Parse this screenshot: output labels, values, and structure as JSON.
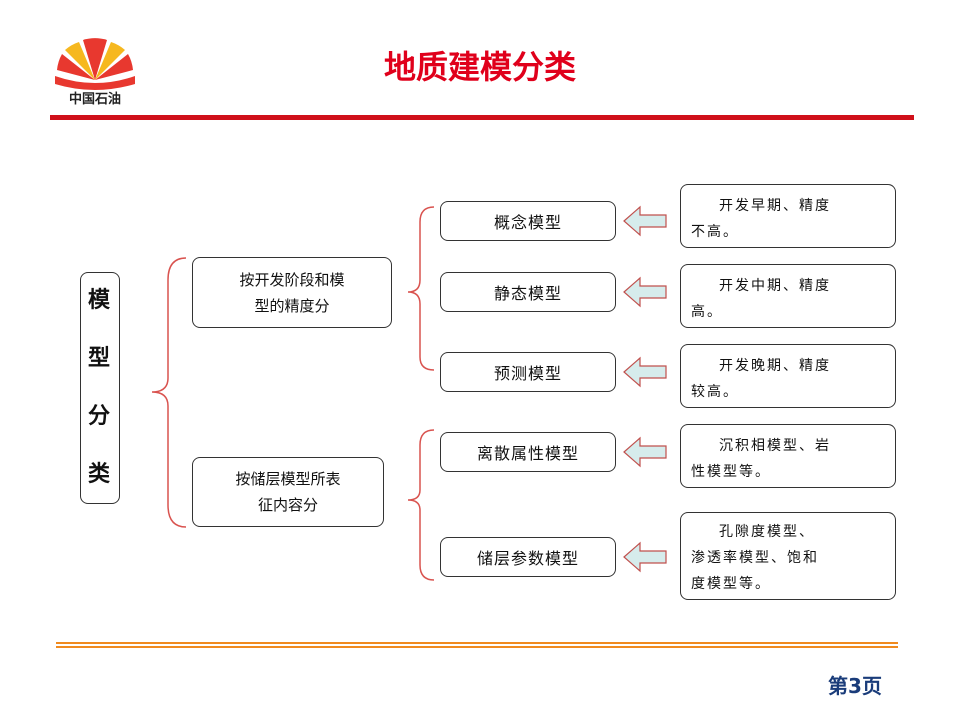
{
  "header": {
    "logo_text": "中国石油",
    "title": "地质建模分类"
  },
  "diagram": {
    "root": [
      "模",
      "型",
      "分",
      "类"
    ],
    "categories": [
      {
        "label_line1": "按开发阶段和模",
        "label_line2": "型的精度分"
      },
      {
        "label_line1": "按储层模型所表",
        "label_line2": "征内容分"
      }
    ],
    "models": [
      "概念模型",
      "静态模型",
      "预测模型",
      "离散属性模型",
      "储层参数模型"
    ],
    "notes": [
      {
        "line1": "开发早期、精度",
        "line2": "不高。"
      },
      {
        "line1": "开发中期、精度",
        "line2": "高。"
      },
      {
        "line1": "开发晚期、精度",
        "line2": "较高。"
      },
      {
        "line1": "沉积相模型、岩",
        "line2": "性模型等。"
      },
      {
        "line1": "孔隙度模型、",
        "line2": "渗透率模型、饱和",
        "line3": "度模型等。"
      }
    ]
  },
  "footer": {
    "page_label": "第3页"
  },
  "colors": {
    "title_red": "#e0001b",
    "rule_red": "#d0101a",
    "bracket_red": "#d9534f",
    "arrow_fill": "#d6ecec",
    "arrow_stroke": "#c0504d",
    "footer_orange": "#f08a1e",
    "page_blue": "#1a3c7a"
  }
}
